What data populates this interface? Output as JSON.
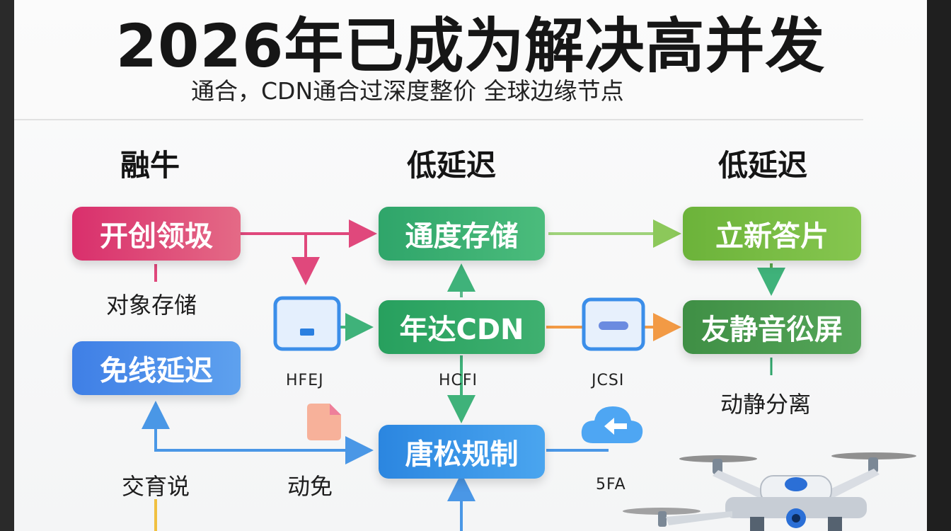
{
  "title": "2026年已成为解决高并发",
  "subtitle": "通合，CDN通合过深度整价 全球边缘节点",
  "columns": {
    "left": "融牛",
    "middle": "低延迟",
    "right": "低延迟"
  },
  "boxes": {
    "kaichuang": "开创领圾",
    "mianxian": "免线延迟",
    "tongdu": "通度存储",
    "nianda": "年达CDN",
    "tangsong": "唐松规制",
    "lixin": "立新答片",
    "youjing": "友静音彸屏"
  },
  "labels": {
    "duixiang": "对象存储",
    "jiaoyu": "交育说",
    "dongmian": "动免",
    "dongjing": "动静分离",
    "hfej": "HFEJ",
    "hcfi": "HCFI",
    "jcsi": "JCSI",
    "sfa": "5FA"
  },
  "colors": {
    "pink": "#d8336f",
    "blue": "#3f7fe6",
    "green": "#2fa56a",
    "lime": "#74bb3a",
    "darkgreen": "#4a9a4c",
    "skyblue": "#2b8ee8"
  }
}
